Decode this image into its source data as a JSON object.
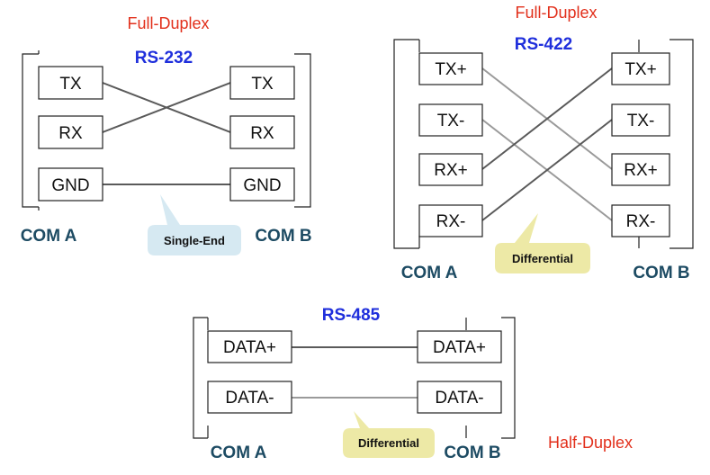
{
  "rs232": {
    "duplex": "Full-Duplex",
    "standard": "RS-232",
    "com_a": "COM A",
    "com_b": "COM B",
    "pins_a": [
      "TX",
      "RX",
      "GND"
    ],
    "pins_b": [
      "TX",
      "RX",
      "GND"
    ],
    "callout": "Single-End",
    "callout_color": "#d6e9f2",
    "wire_color": "#5a5a5a"
  },
  "rs422": {
    "duplex": "Full-Duplex",
    "standard": "RS-422",
    "com_a": "COM A",
    "com_b": "COM B",
    "pins_a": [
      "TX+",
      "TX-",
      "RX+",
      "RX-"
    ],
    "pins_b": [
      "TX+",
      "TX-",
      "RX+",
      "RX-"
    ],
    "callout": "Differential",
    "callout_color": "#ede9a6",
    "wire_dark": "#5a5a5a",
    "wire_light": "#9a9a9a"
  },
  "rs485": {
    "duplex": "Half-Duplex",
    "standard": "RS-485",
    "com_a": "COM A",
    "com_b": "COM B",
    "pins_a": [
      "DATA+",
      "DATA-"
    ],
    "pins_b": [
      "DATA+",
      "DATA-"
    ],
    "callout": "Differential",
    "callout_color": "#ede9a6",
    "wire_dark": "#5a5a5a",
    "wire_light": "#9a9a9a"
  }
}
